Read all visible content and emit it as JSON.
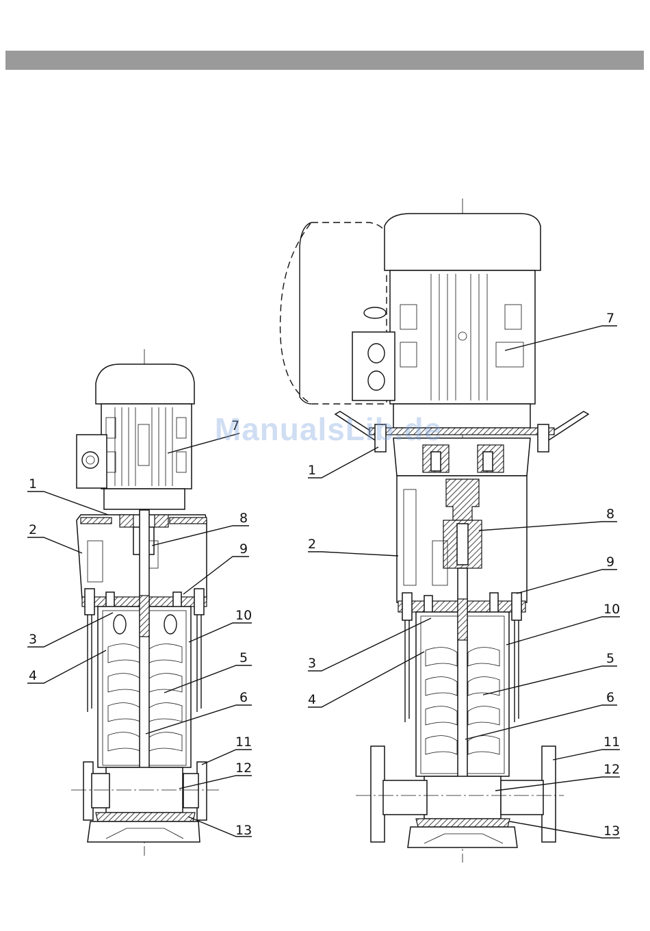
{
  "watermark": "ManualsLib.de",
  "left_view": {
    "callouts": [
      {
        "label": "7"
      },
      {
        "label": "1"
      },
      {
        "label": "2"
      },
      {
        "label": "8"
      },
      {
        "label": "9"
      },
      {
        "label": "10"
      },
      {
        "label": "3"
      },
      {
        "label": "4"
      },
      {
        "label": "5"
      },
      {
        "label": "6"
      },
      {
        "label": "11"
      },
      {
        "label": "12"
      },
      {
        "label": "13"
      }
    ]
  },
  "right_view": {
    "callouts": [
      {
        "label": "7"
      },
      {
        "label": "1"
      },
      {
        "label": "8"
      },
      {
        "label": "2"
      },
      {
        "label": "9"
      },
      {
        "label": "10"
      },
      {
        "label": "3"
      },
      {
        "label": "5"
      },
      {
        "label": "4"
      },
      {
        "label": "6"
      },
      {
        "label": "11"
      },
      {
        "label": "12"
      },
      {
        "label": "13"
      }
    ]
  }
}
